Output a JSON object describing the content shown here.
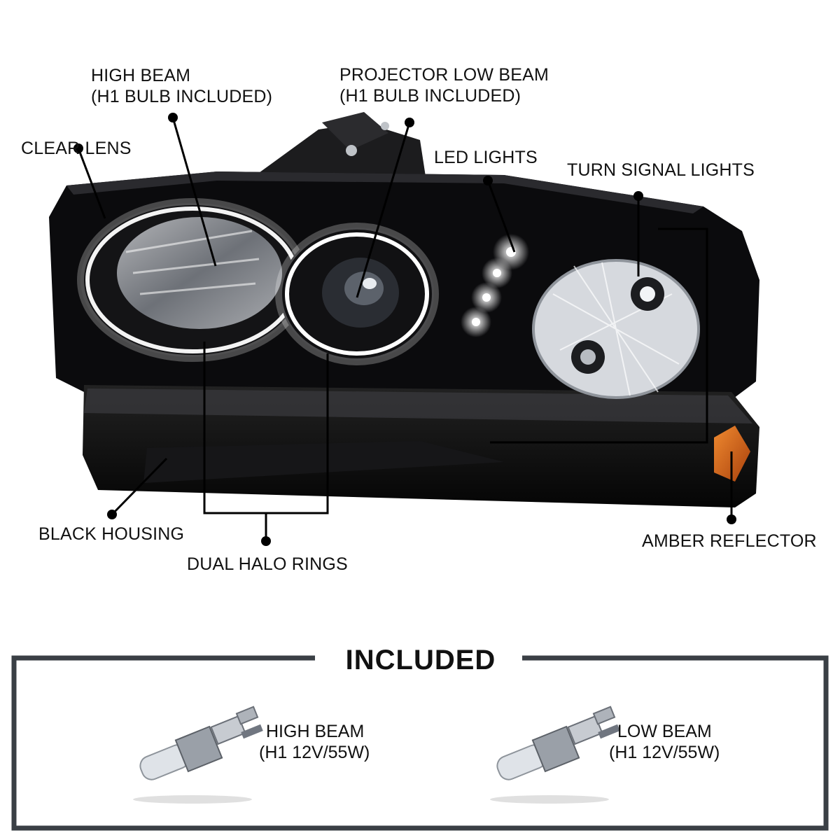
{
  "callouts": {
    "high_beam_1": "HIGH BEAM",
    "high_beam_2": "(H1 BULB INCLUDED)",
    "projector_1": "PROJECTOR LOW BEAM",
    "projector_2": "(H1 BULB INCLUDED)",
    "clear_lens": "CLEAR LENS",
    "led_lights": "LED LIGHTS",
    "turn_signal": "TURN SIGNAL LIGHTS",
    "black_housing": "BLACK HOUSING",
    "dual_halo": "DUAL HALO RINGS",
    "amber_reflector": "AMBER REFLECTOR"
  },
  "included": {
    "title": "INCLUDED",
    "items": [
      {
        "line1": "HIGH BEAM",
        "line2": "(H1 12V/55W)"
      },
      {
        "line1": "LOW BEAM",
        "line2": "(H1 12V/55W)"
      }
    ]
  },
  "colors": {
    "housing": "#0b0b0d",
    "amber": "#d9661a",
    "frame": "#3a3f45",
    "halo": "#ffffff"
  }
}
